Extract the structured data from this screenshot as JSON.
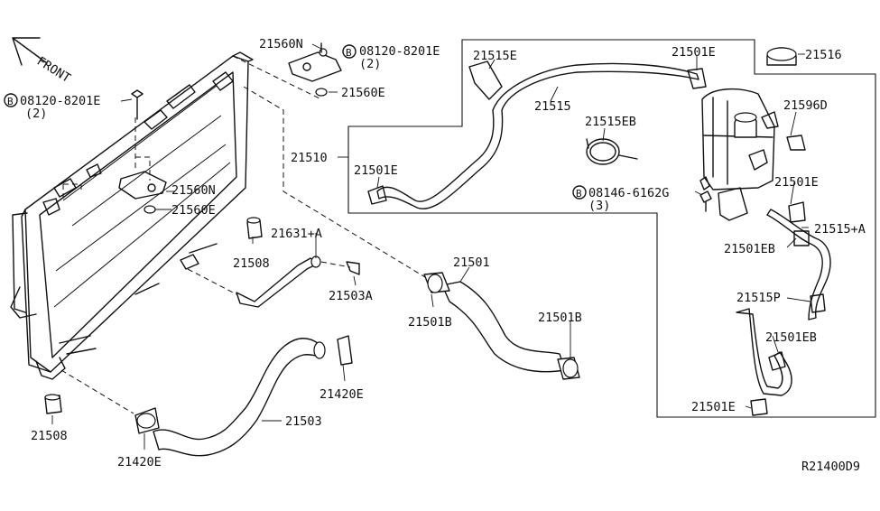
{
  "diagram": {
    "front_label": "FRONT",
    "bolt_symbol": "B",
    "ref_code": "R21400D9",
    "callouts": {
      "c21560N_top": "21560N",
      "c08120_top": "08120-8201E",
      "c08120_top_qty": "(2)",
      "c21560E_top": "21560E",
      "c08120_left": "08120-8201E",
      "c08120_left_qty": "(2)",
      "c21560N_mid": "21560N",
      "c21560E_mid": "21560E",
      "c21515E": "21515E",
      "c21501E_top": "21501E",
      "c21516": "21516",
      "c21515": "21515",
      "c21596D": "21596D",
      "c21510": "21510",
      "c21515EB": "21515EB",
      "c21501E_left": "21501E",
      "c08146": "08146-6162G",
      "c08146_qty": "(3)",
      "c21501E_right": "21501E",
      "c21515A": "21515+A",
      "c21501EB_upper": "21501EB",
      "c21631A": "21631+A",
      "c21508_upper": "21508",
      "c21503A": "21503A",
      "c21501": "21501",
      "c21501B_left": "21501B",
      "c21501B_right": "21501B",
      "c21515P": "21515P",
      "c21501EB_lower": "21501EB",
      "c21420E_right": "21420E",
      "c21503": "21503",
      "c21501E_bottom": "21501E",
      "c21508_lower": "21508",
      "c21420E_left": "21420E"
    }
  }
}
